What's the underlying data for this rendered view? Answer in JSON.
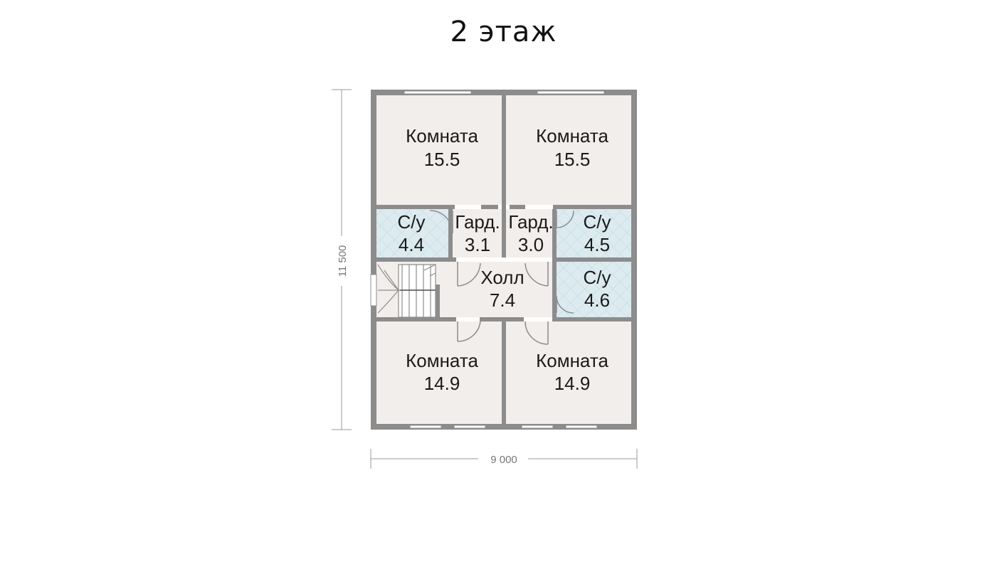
{
  "title": "2 этаж",
  "colors": {
    "wall": "#8c8c8c",
    "room_fill": "#f2eeec",
    "bath_fill": "#dcebf0",
    "dimension_line": "#9a9a9a",
    "window": "#ffffff"
  },
  "dimensions": {
    "width": "9 000",
    "height": "11 500"
  },
  "rooms": {
    "room_nw": {
      "name": "Комната",
      "area": "15.5"
    },
    "room_ne": {
      "name": "Комната",
      "area": "15.5"
    },
    "bath_w": {
      "name": "С/у",
      "area": "4.4"
    },
    "ward_w": {
      "name": "Гард.",
      "area": "3.1"
    },
    "ward_e": {
      "name": "Гард.",
      "area": "3.0"
    },
    "bath_ne": {
      "name": "С/у",
      "area": "4.5"
    },
    "hall": {
      "name": "Холл",
      "area": "7.4"
    },
    "bath_se": {
      "name": "С/у",
      "area": "4.6"
    },
    "room_sw": {
      "name": "Комната",
      "area": "14.9"
    },
    "room_se": {
      "name": "Комната",
      "area": "14.9"
    }
  }
}
